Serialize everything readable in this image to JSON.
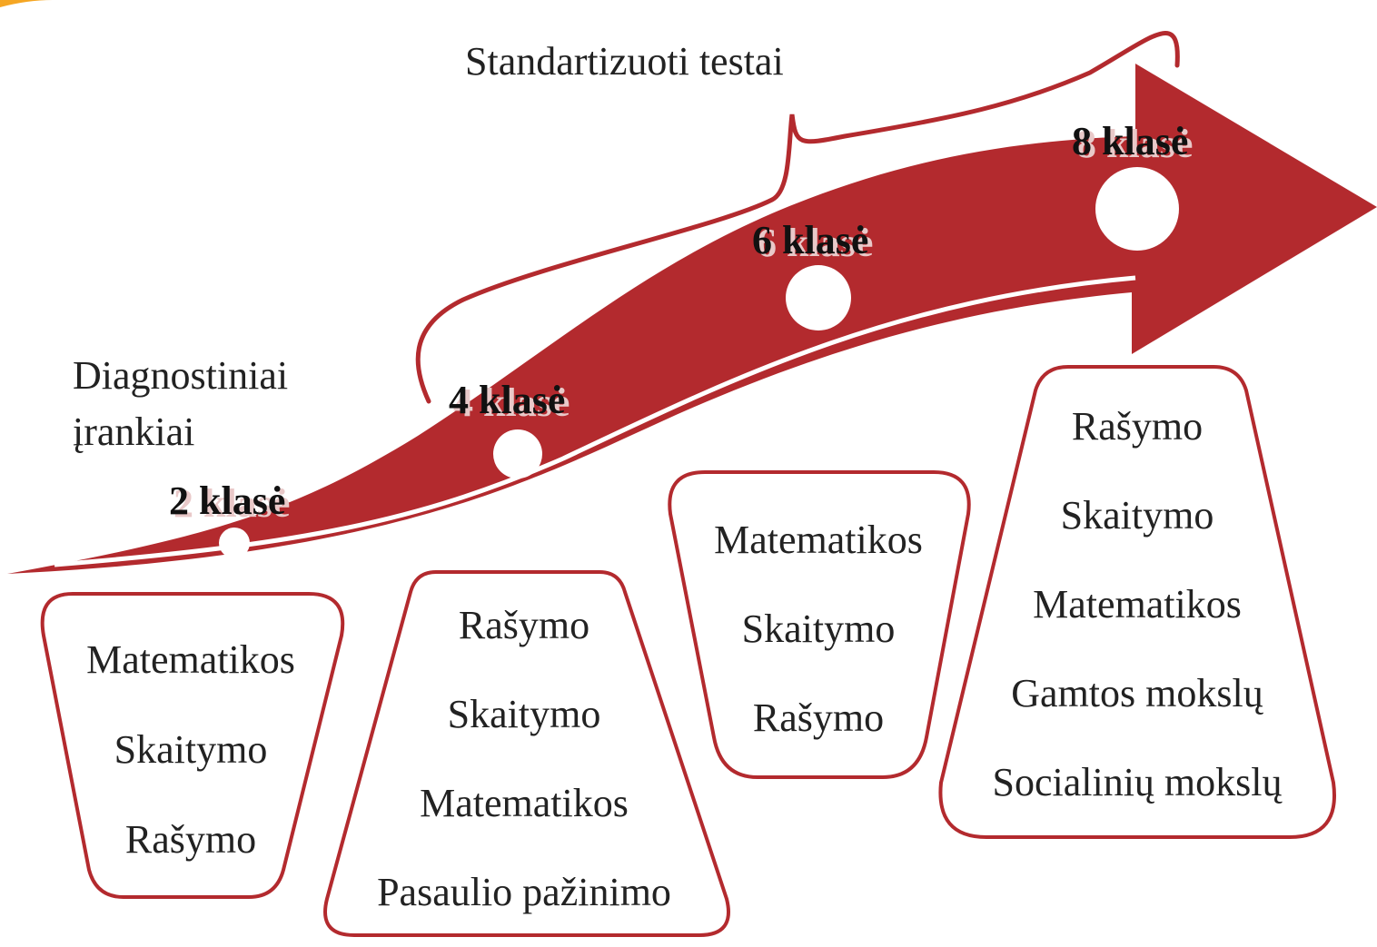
{
  "colors": {
    "arrow": "#b32a2e",
    "outline": "#b32a2e",
    "circle": "#ffffff",
    "text": "#222222"
  },
  "labels": {
    "standardized": "Standartizuoti testai",
    "diagnostic_line1": "Diagnostiniai",
    "diagnostic_line2": "įrankiai"
  },
  "grades": [
    {
      "label": "2 klasė"
    },
    {
      "label": "4 klasė"
    },
    {
      "label": "6 klasė"
    },
    {
      "label": "8 klasė"
    }
  ],
  "boxes": [
    {
      "items": [
        "Matematikos",
        "Skaitymo",
        "Rašymo"
      ]
    },
    {
      "items": [
        "Rašymo",
        "Skaitymo",
        "Matematikos",
        "Pasaulio pažinimo"
      ]
    },
    {
      "items": [
        "Matematikos",
        "Skaitymo",
        "Rašymo"
      ]
    },
    {
      "items": [
        "Rašymo",
        "Skaitymo",
        "Matematikos",
        "Gamtos mokslų",
        "Socialinių mokslų"
      ]
    }
  ]
}
